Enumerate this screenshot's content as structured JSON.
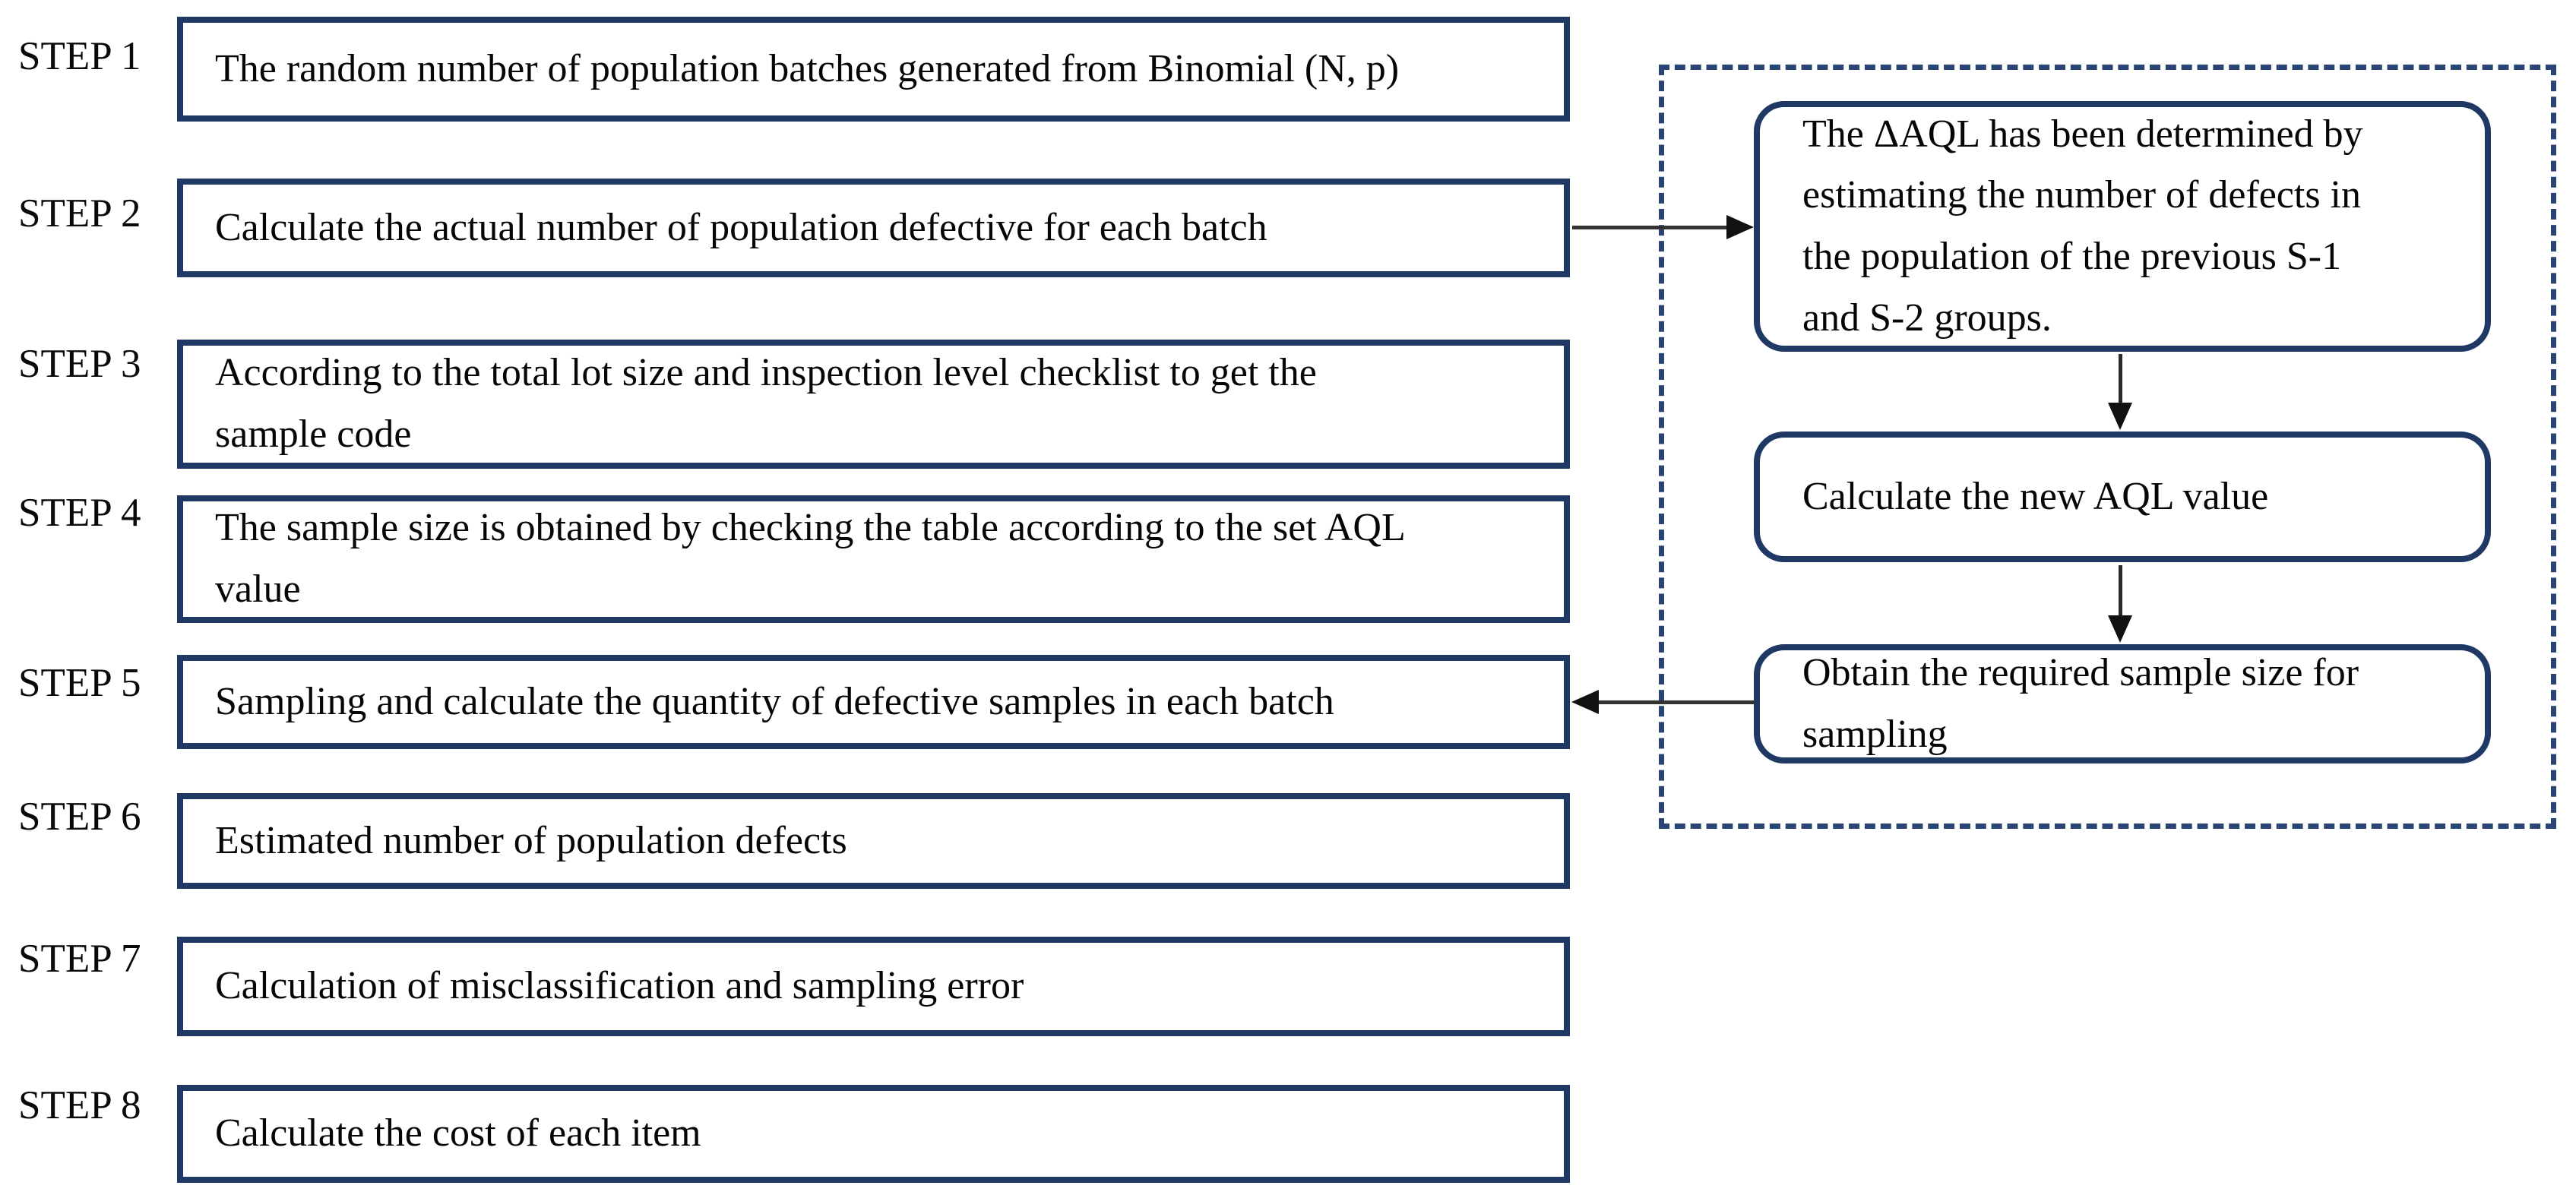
{
  "steps": [
    {
      "label": "STEP 1",
      "text": "The random number of population batches generated from Binomial (N, p)"
    },
    {
      "label": "STEP 2",
      "text": "Calculate the actual number of population defective for each batch"
    },
    {
      "label": "STEP 3",
      "text": "According to the total lot size and inspection level checklist to get the\nsample code"
    },
    {
      "label": "STEP 4",
      "text": "The sample size is obtained by checking the table according to the set AQL\nvalue"
    },
    {
      "label": "STEP 5",
      "text": "Sampling and calculate the quantity of defective samples in each batch"
    },
    {
      "label": "STEP 6",
      "text": "Estimated number of population defects"
    },
    {
      "label": "STEP 7",
      "text": "Calculation of misclassification and sampling error"
    },
    {
      "label": "STEP 8",
      "text": "Calculate the cost of each item"
    }
  ],
  "aql_panel": {
    "boxes": [
      {
        "text": "The ΔAQL has been determined by\nestimating the number of defects in\nthe population of the previous S-1\nand S-2 groups."
      },
      {
        "text": "Calculate the new AQL value"
      },
      {
        "text": "Obtain the required sample size for\nsampling"
      }
    ]
  },
  "colors": {
    "box_border": "#1f3864",
    "dashed_border": "#2a4473",
    "arrow": "#333333",
    "text": "#060606",
    "background": "#ffffff"
  }
}
